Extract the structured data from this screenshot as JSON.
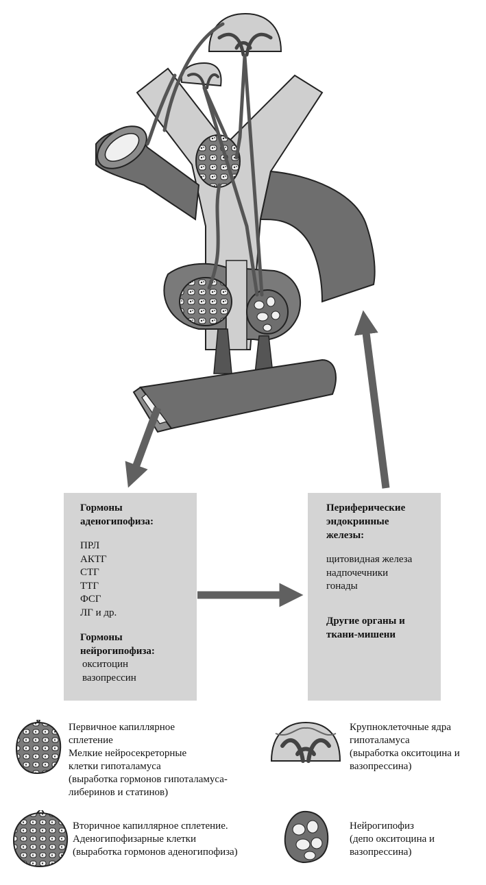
{
  "left_box": {
    "heading1": [
      "Гормоны",
      "аденогипофиза:"
    ],
    "items1": [
      "ПРЛ",
      "АКТГ",
      "СТГ",
      "ТТГ",
      "ФСГ",
      "ЛГ и др."
    ],
    "heading2": [
      "Гормоны",
      "нейрогипофиза:"
    ],
    "items2": [
      "окситоцин",
      "вазопрессин"
    ]
  },
  "right_box": {
    "heading1": [
      "Периферические",
      "эндокринные",
      "железы:"
    ],
    "items1": [
      "щитовидная железа",
      "надпочечники",
      "гонады"
    ],
    "heading2": [
      "Другие органы и",
      "ткани-мишени"
    ]
  },
  "legend": {
    "primary_plexus": [
      "Первичное капиллярное",
      "сплетение",
      "Мелкие нейросекреторные",
      "клетки гипоталамуса",
      "(выработка гормонов гипоталамуса-",
      "либеринов и статинов)"
    ],
    "large_nuclei": [
      "Крупноклеточные ядра",
      "гипоталамуса",
      "(выработка окситоцина и",
      "вазопрессина)"
    ],
    "secondary_plexus": [
      "Вторичное капиллярное сплетение.",
      "Аденогипофизарные клетки",
      "(выработка гормонов аденогипофиза)"
    ],
    "neurohypophysis": [
      "Нейрогипофиз",
      "(депо окситоцина и",
      "вазопрессина)"
    ]
  },
  "colors": {
    "vessel": "#6e6e6e",
    "vessel_dark": "#4a4a4a",
    "light_gray": "#c8c8c8",
    "box": "#d4d4d4",
    "arrow": "#606060"
  }
}
